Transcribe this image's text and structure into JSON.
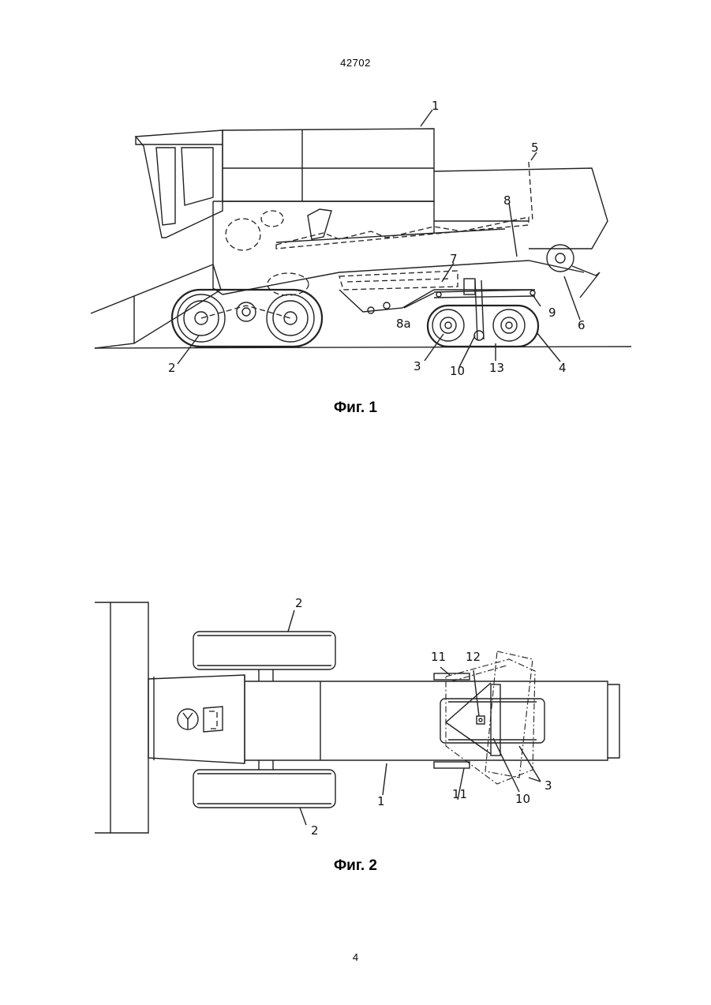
{
  "header": {
    "doc_number": "42702"
  },
  "figure1": {
    "caption": "Фиг. 1",
    "labels": {
      "l1": "1",
      "l2": "2",
      "l3": "3",
      "l4": "4",
      "l5": "5",
      "l6": "6",
      "l7": "7",
      "l8": "8",
      "l8a": "8a",
      "l9": "9",
      "l10": "10",
      "l13": "13"
    }
  },
  "figure2": {
    "caption": "Фиг. 2",
    "labels": {
      "l1": "1",
      "l2a": "2",
      "l2b": "2",
      "l3": "3",
      "l10": "10",
      "l11a": "11",
      "l11b": "11",
      "l12": "12"
    }
  },
  "footer": {
    "page_number": "4"
  }
}
